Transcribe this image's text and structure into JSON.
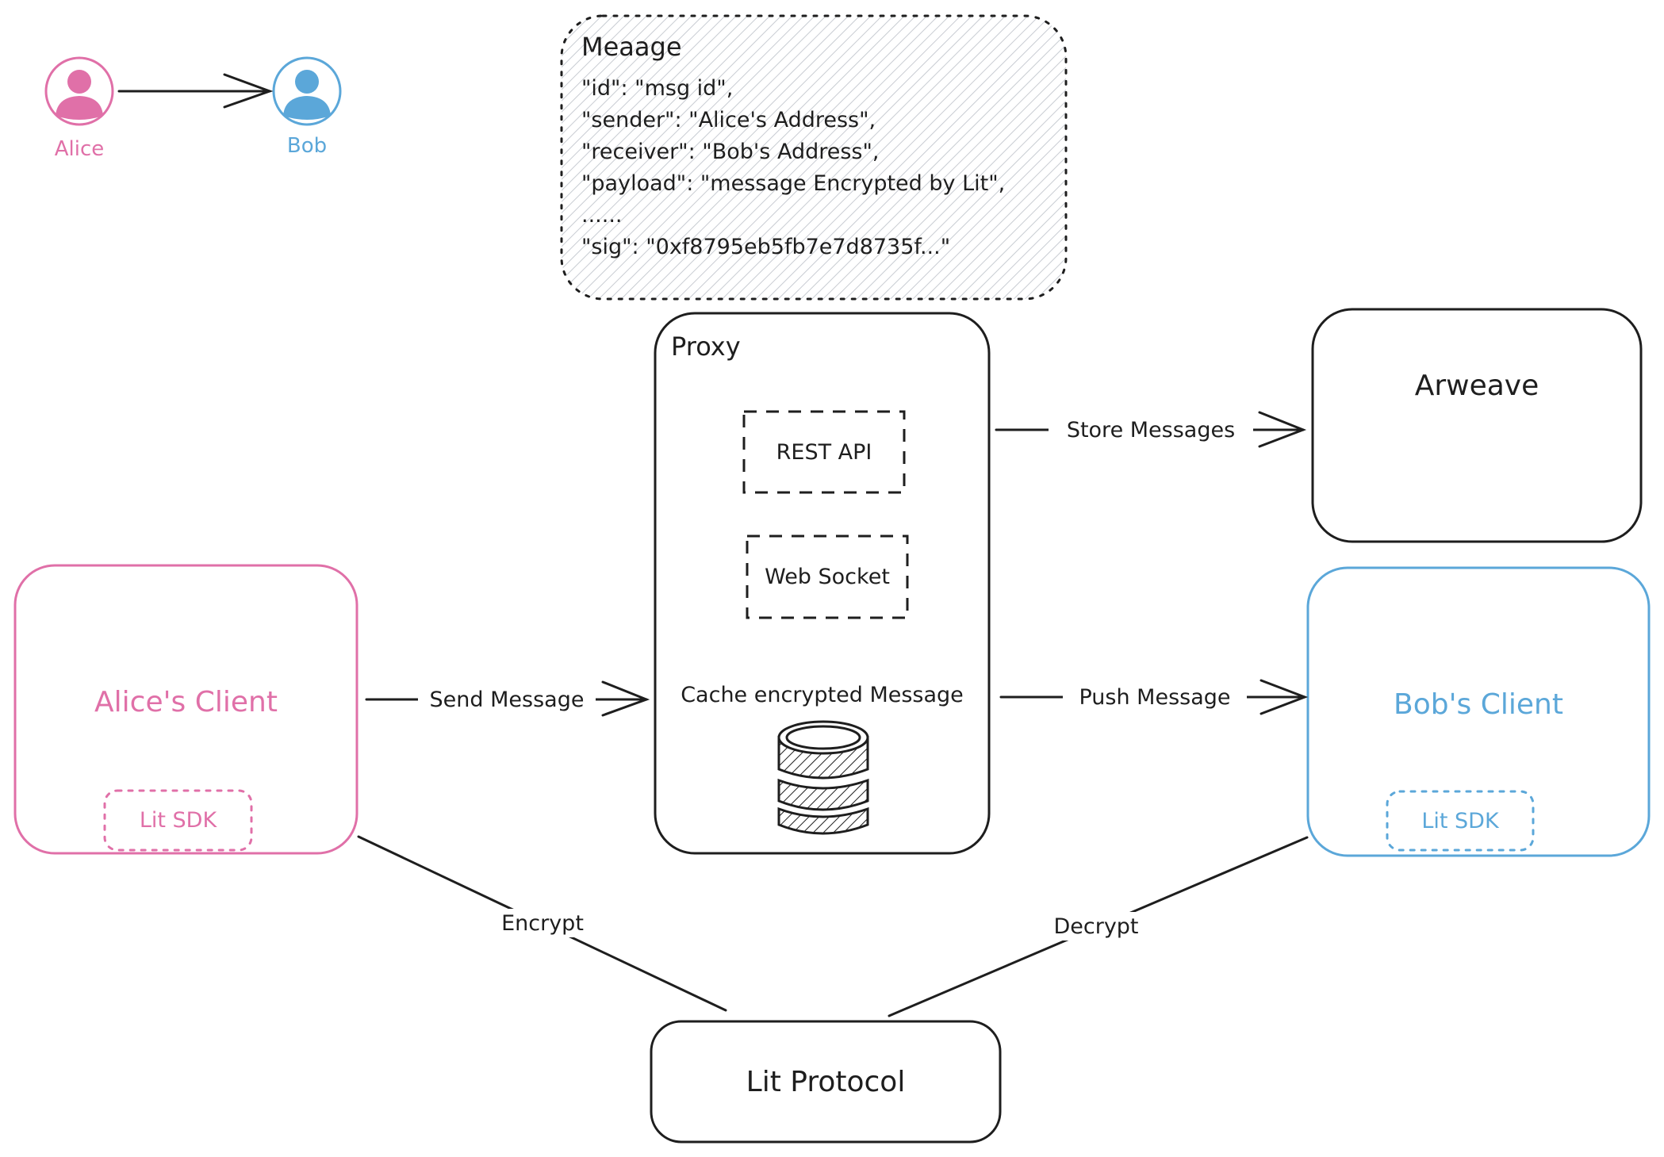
{
  "colors": {
    "alice": "#e070a8",
    "bob": "#5ba7d9",
    "ink": "#1e1e1e",
    "hatch": "#c8ccd2"
  },
  "people": {
    "alice": {
      "label": "Alice",
      "icon": "user-icon"
    },
    "bob": {
      "label": "Bob",
      "icon": "user-icon"
    }
  },
  "message": {
    "title": "Meaage",
    "lines": [
      "\"id\": \"msg id\",",
      "\"sender\": \"Alice's Address\",",
      "\"receiver\": \"Bob's Address\",",
      "\"payload\": \"message Encrypted by Lit\",",
      "......",
      "\"sig\": \"0xf8795eb5fb7e7d8735f...\""
    ]
  },
  "proxy": {
    "title": "Proxy",
    "rest_api": "REST API",
    "web_socket": "Web Socket",
    "cache": "Cache encrypted Message",
    "db_icon": "database-icon"
  },
  "arweave": {
    "label": "Arweave"
  },
  "alice_client": {
    "label": "Alice's Client",
    "sdk": "Lit SDK"
  },
  "bob_client": {
    "label": "Bob's Client",
    "sdk": "Lit SDK"
  },
  "lit_protocol": {
    "label": "Lit Protocol"
  },
  "edges": {
    "send": "Send Message",
    "store": "Store Messages",
    "push": "Push Message",
    "encrypt": "Encrypt",
    "decrypt": "Decrypt"
  }
}
